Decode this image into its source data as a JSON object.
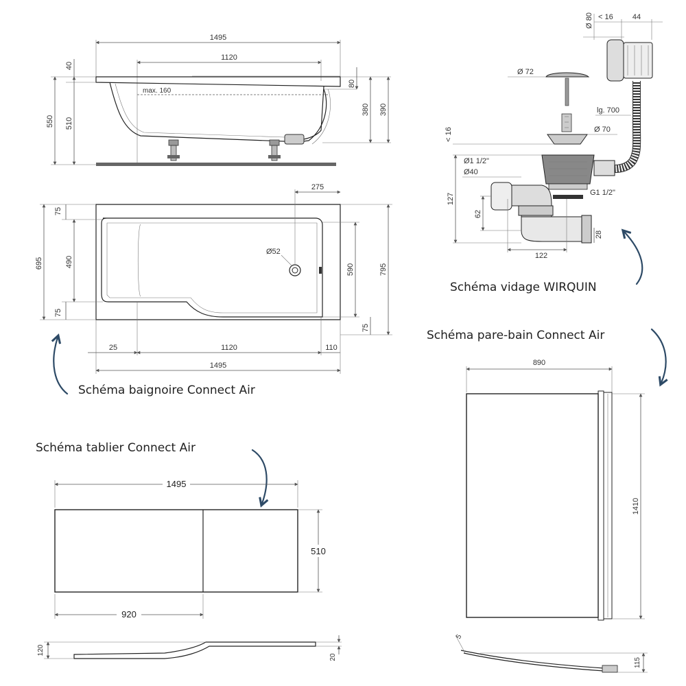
{
  "captions": {
    "baignoire": "Schéma baignoire Connect Air",
    "vidage": "Schéma vidage WIRQUIN",
    "pare_bain": "Schéma pare-bain Connect Air",
    "tablier": "Schéma tablier Connect Air"
  },
  "bath_side": {
    "total_length": "1495",
    "inner_length": "1120",
    "max_label": "max. 160",
    "rim": "40",
    "height": "550",
    "depth": "510",
    "d80": "80",
    "d380": "380",
    "d390": "390"
  },
  "bath_top": {
    "d275": "275",
    "drain": "Ø52",
    "d75a": "75",
    "d695": "695",
    "d490": "490",
    "d75b": "75",
    "d590": "590",
    "d795": "795",
    "d75c": "75",
    "d25": "25",
    "d1120": "1120",
    "d110": "110",
    "d1495": "1495"
  },
  "vidage": {
    "d80": "Ø 80",
    "lt16": "< 16",
    "d44": "44",
    "d72": "Ø 72",
    "lg700": "lg. 700",
    "d70": "Ø 70",
    "lt16b": "< 16",
    "d112": "Ø1 1/2\"",
    "d40": "Ø40",
    "g112": "G1 1/2\"",
    "d127": "127",
    "d62": "62",
    "d28": "28",
    "d122": "122"
  },
  "pare_bain": {
    "width": "890",
    "height": "1410",
    "d5": "5",
    "d115": "115"
  },
  "tablier": {
    "length": "1495",
    "height": "510",
    "panel": "920",
    "d120": "120",
    "d20": "20"
  }
}
